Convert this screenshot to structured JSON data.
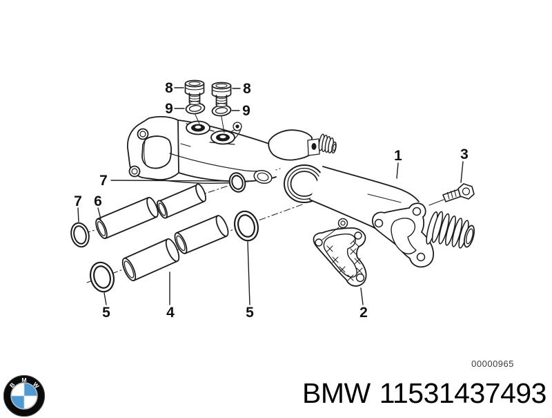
{
  "diagram": {
    "callouts": [
      {
        "text": "8"
      },
      {
        "text": "8"
      },
      {
        "text": "9"
      },
      {
        "text": "9"
      },
      {
        "text": "7"
      },
      {
        "text": "7"
      },
      {
        "text": "6"
      },
      {
        "text": "1"
      },
      {
        "text": "3"
      },
      {
        "text": "5"
      },
      {
        "text": "4"
      },
      {
        "text": "5"
      },
      {
        "text": "2"
      }
    ]
  },
  "footer": {
    "drawing_number": "00000965",
    "brand": "BMW",
    "part_number": "11531437493"
  },
  "logo": {
    "letters": "BMW"
  },
  "colors": {
    "line": "#1c1c1c",
    "logo_blue": "#4c9bd4",
    "logo_black": "#0a0a0a"
  }
}
